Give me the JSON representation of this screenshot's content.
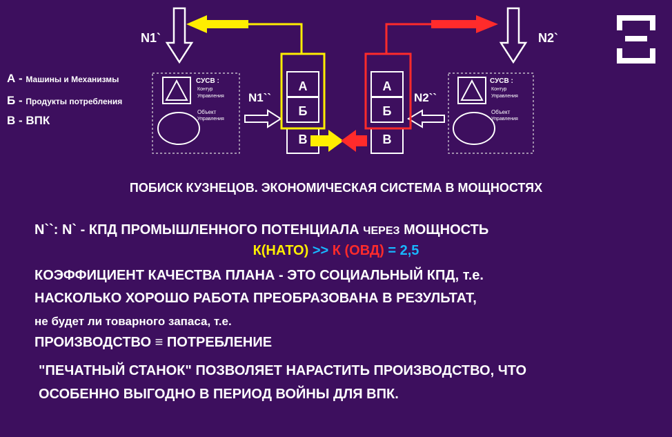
{
  "legend": [
    {
      "key": "А - ",
      "text": "Машины и Механизмы"
    },
    {
      "key": "Б - ",
      "text": "Продукты потребления"
    },
    {
      "key": "В - ВПК",
      "text": ""
    }
  ],
  "labels": {
    "n1": "N1`",
    "n2": "N2`",
    "n1_double": "N1``",
    "n2_double": "N2``",
    "box_a": "А",
    "box_b": "Б",
    "box_v": "В"
  },
  "control_system": {
    "title": "СУСВ :",
    "contour_1": "Контур",
    "contour_2": "Управления",
    "object_1": "Объект",
    "object_2": "Управления"
  },
  "title": "ПОБИСК КУЗНЕЦОВ. ЭКОНОМИЧЕСКАЯ СИСТЕМА В МОЩНОСТЯХ",
  "line1": {
    "main": "N``: N` - КПД ПРОМЫШЛЕННОГО ПОТЕНЦИАЛА ",
    "small": "ЧЕРЕЗ",
    "tail": " МОЩНОСТЬ"
  },
  "formula": {
    "k_nato": "К(НАТО)",
    "gg": " >> ",
    "k_ovd": "К (ОВД)",
    "eq": " = 2,5"
  },
  "line3": "КОЭФФИЦИЕНТ КАЧЕСТВА ПЛАНА - ЭТО СОЦИАЛЬНЫЙ КПД, т.е.",
  "line4": "НАСКОЛЬКО ХОРОШО РАБОТА ПРЕОБРАЗОВАНА В РЕЗУЛЬТАТ,",
  "line5": "не будет ли товарного запаса, т.е.",
  "line6": "ПРОИЗВОДСТВО ≡ ПОТРЕБЛЕНИЕ",
  "line7": "\"ПЕЧАТНЫЙ СТАНОК\" ПОЗВОЛЯЕТ НАРАСТИТЬ ПРОИЗВОДСТВО, ЧТО",
  "line8": "ОСОБЕННО ВЫГОДНО В ПЕРИОД ВОЙНЫ ДЛЯ ВПК.",
  "colors": {
    "background": "#3d0f5e",
    "yellow": "#ffee00",
    "red": "#ff2b2b",
    "cyan": "#18b7ff"
  },
  "icons": [
    "xi-symbol-icon",
    "triangle-icon",
    "ellipse-icon",
    "arrow-down-icon",
    "arrow-right-icon",
    "arrow-left-icon"
  ]
}
